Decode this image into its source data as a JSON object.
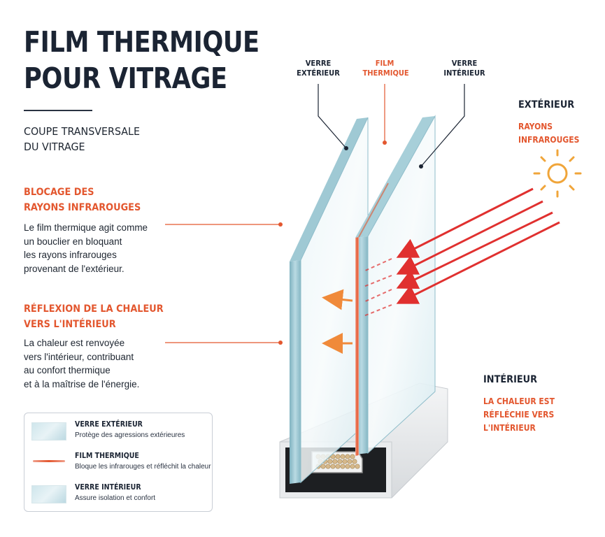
{
  "title": {
    "line1": "FILM THERMIQUE",
    "line2": "POUR VITRAGE"
  },
  "subtitle": {
    "line1": "COUPE TRANSVERSALE",
    "line2": "DU VITRAGE"
  },
  "section_blocking": {
    "heading_line1": "BLOCAGE DES",
    "heading_line2": "RAYONS INFRAROUGES",
    "body": [
      "Le film thermique agit comme",
      "un bouclier en bloquant",
      "les rayons infrarouges",
      "provenant de l'extérieur."
    ]
  },
  "section_reflection": {
    "heading_line1": "RÉFLEXION DE LA CHALEUR",
    "heading_line2": "VERS L'INTÉRIEUR",
    "body": [
      "La chaleur est renvoyée",
      "vers l'intérieur, contribuant",
      "au confort thermique",
      "et à la maîtrise de l'énergie."
    ]
  },
  "labels": {
    "verre_exterieur": [
      "VERRE",
      "EXTÉRIEUR"
    ],
    "film_thermique": [
      "FILM",
      "THERMIQUE"
    ],
    "verre_interieur": [
      "VERRE",
      "INTÉRIEUR"
    ]
  },
  "exterior": {
    "heading": "EXTÉRIEUR",
    "note": [
      "RAYONS",
      "INFRAROUGES"
    ]
  },
  "interior": {
    "heading": "INTÉRIEUR",
    "note": [
      "LA CHALEUR EST",
      "RÉFLÉCHIE VERS",
      "L'INTÉRIEUR"
    ]
  },
  "legend": [
    {
      "title": "VERRE EXTÉRIEUR",
      "desc": "Protège des agressions extérieures",
      "swatch": "glass"
    },
    {
      "title": "FILM THERMIQUE",
      "desc": "Bloque les infrarouges et réfléchit la chaleur",
      "swatch": "film"
    },
    {
      "title": "VERRE INTÉRIEUR",
      "desc": "Assure isolation et confort",
      "swatch": "glass"
    }
  ],
  "colors": {
    "accent": "#e3572f",
    "ink": "#1b2433",
    "glass": "#cfe6ec",
    "sun": "#f0a53a",
    "ray": "#e0302f"
  },
  "icons": [
    "sun-icon",
    "infrared-ray-arrow",
    "heat-reflection-arrow",
    "desiccant-spacer"
  ]
}
